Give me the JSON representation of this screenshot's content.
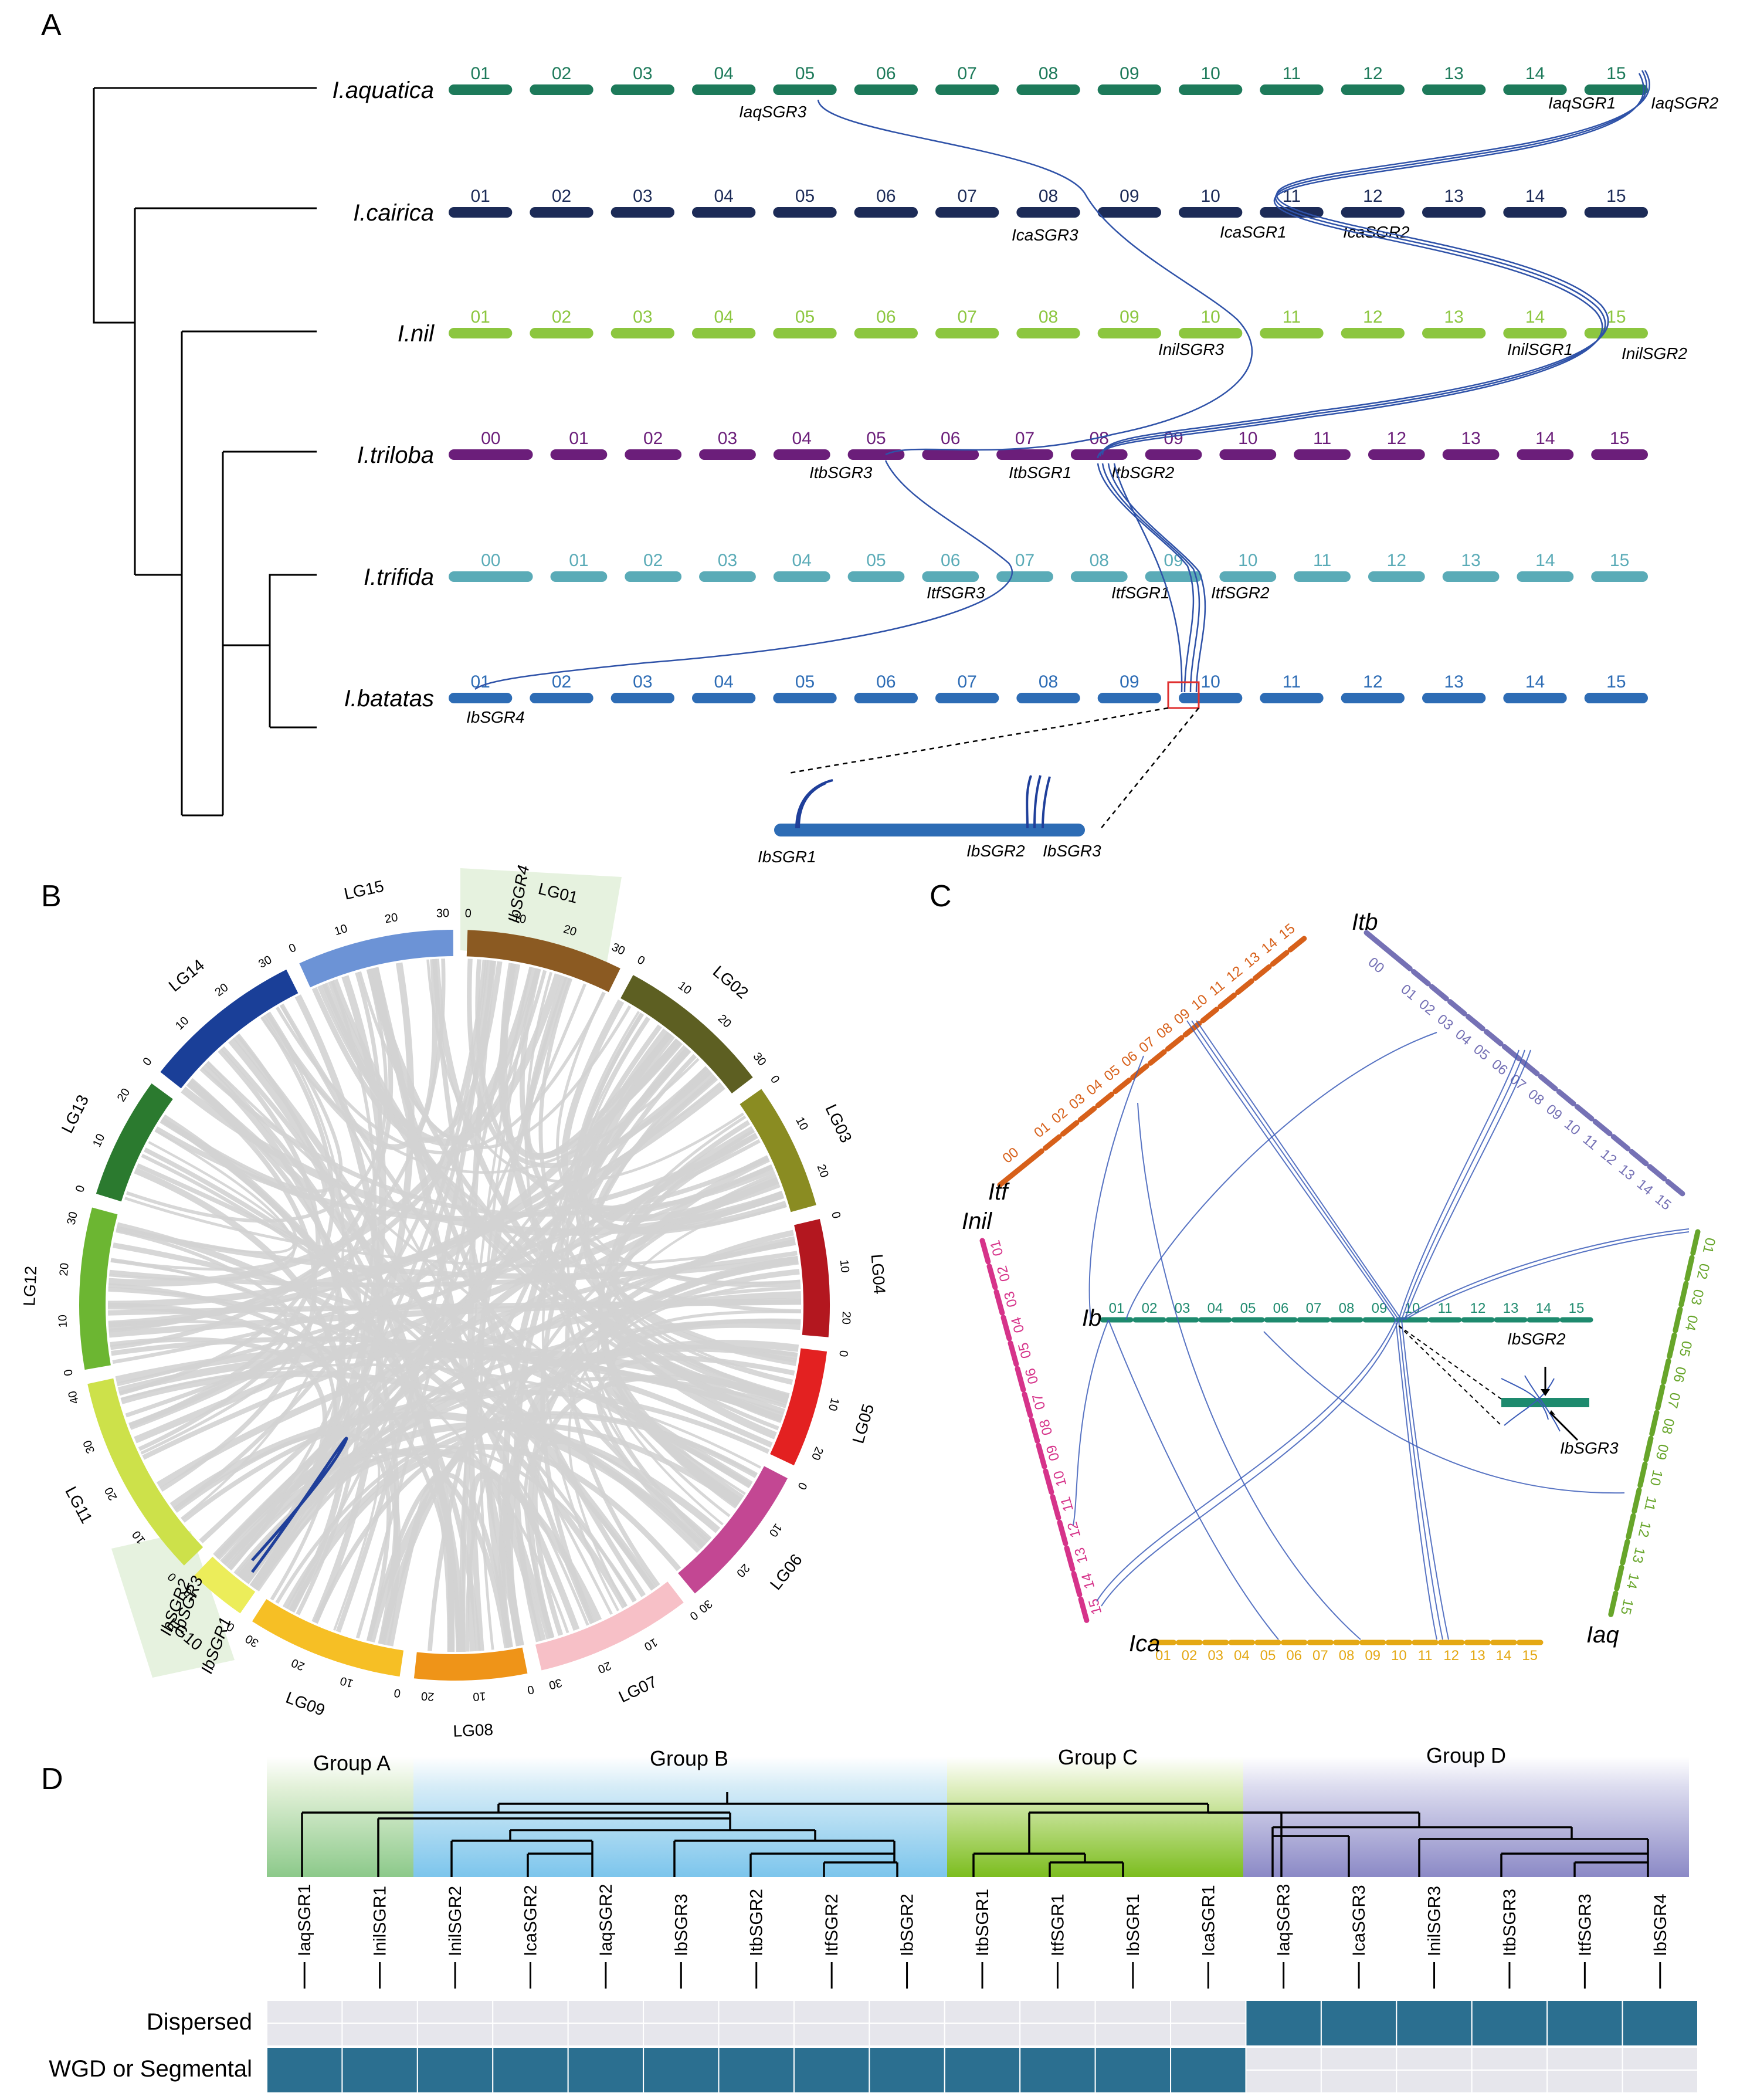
{
  "panels": {
    "a": "A",
    "b": "B",
    "c": "C",
    "d": "D"
  },
  "colors": {
    "aquatica": "#1d7a5a",
    "cairica": "#1c2b57",
    "nil": "#8cc63f",
    "triloba": "#6b1e7a",
    "trifida": "#5aabb7",
    "batatas": "#2d6cb5",
    "link": "#2f52a8",
    "ribbon": "#d3d3d3",
    "cell_fill": "#2b6f90",
    "cell_empty": "#e6e6ec"
  },
  "panelA": {
    "species": [
      {
        "id": "aquatica",
        "name": "I.aquatica",
        "chroms": [
          "01",
          "02",
          "03",
          "04",
          "05",
          "06",
          "07",
          "08",
          "09",
          "10",
          "11",
          "12",
          "13",
          "14",
          "15"
        ]
      },
      {
        "id": "cairica",
        "name": "I.cairica",
        "chroms": [
          "01",
          "02",
          "03",
          "04",
          "05",
          "06",
          "07",
          "08",
          "09",
          "10",
          "11",
          "12",
          "13",
          "14",
          "15"
        ]
      },
      {
        "id": "nil",
        "name": "I.nil",
        "chroms": [
          "01",
          "02",
          "03",
          "04",
          "05",
          "06",
          "07",
          "08",
          "09",
          "10",
          "11",
          "12",
          "13",
          "14",
          "15"
        ]
      },
      {
        "id": "triloba",
        "name": "I.triloba",
        "chroms": [
          "00",
          "01",
          "02",
          "03",
          "04",
          "05",
          "06",
          "07",
          "08",
          "09",
          "10",
          "11",
          "12",
          "13",
          "14",
          "15"
        ]
      },
      {
        "id": "trifida",
        "name": "I.trifida",
        "chroms": [
          "00",
          "01",
          "02",
          "03",
          "04",
          "05",
          "06",
          "07",
          "08",
          "09",
          "10",
          "11",
          "12",
          "13",
          "14",
          "15"
        ]
      },
      {
        "id": "batatas",
        "name": "I.batatas",
        "chroms": [
          "01",
          "02",
          "03",
          "04",
          "05",
          "06",
          "07",
          "08",
          "09",
          "10",
          "11",
          "12",
          "13",
          "14",
          "15"
        ]
      }
    ],
    "genes": [
      "IaqSGR3",
      "IaqSGR1",
      "IaqSGR2",
      "IcaSGR3",
      "IcaSGR1",
      "IcaSGR2",
      "InilSGR3",
      "InilSGR1",
      "InilSGR2",
      "ItbSGR3",
      "ItbSGR1",
      "ItbSGR2",
      "ItfSGR3",
      "ItfSGR1",
      "ItfSGR2",
      "IbSGR4"
    ],
    "zoom_genes": [
      "IbSGR1",
      "IbSGR2",
      "IbSGR3"
    ]
  },
  "panelB": {
    "groups": [
      {
        "name": "LG01",
        "ticks": [
          "0",
          "10",
          "20",
          "30"
        ]
      },
      {
        "name": "LG02",
        "ticks": [
          "0",
          "10",
          "20",
          "30"
        ]
      },
      {
        "name": "LG03",
        "ticks": [
          "0",
          "10",
          "20"
        ]
      },
      {
        "name": "LG04",
        "ticks": [
          "0",
          "10",
          "20"
        ]
      },
      {
        "name": "LG05",
        "ticks": [
          "0",
          "10",
          "20"
        ]
      },
      {
        "name": "LG06",
        "ticks": [
          "0",
          "10",
          "20",
          "30"
        ]
      },
      {
        "name": "LG07",
        "ticks": [
          "0",
          "10",
          "20",
          "30"
        ]
      },
      {
        "name": "LG08",
        "ticks": [
          "0",
          "10",
          "20"
        ]
      },
      {
        "name": "LG09",
        "ticks": [
          "0",
          "10",
          "20",
          "30"
        ]
      },
      {
        "name": "LG10",
        "ticks": [
          "0",
          "10"
        ]
      },
      {
        "name": "LG11",
        "ticks": [
          "0",
          "10",
          "20",
          "30",
          "40"
        ]
      },
      {
        "name": "LG12",
        "ticks": [
          "0",
          "10",
          "20",
          "30"
        ]
      },
      {
        "name": "LG13",
        "ticks": [
          "0",
          "10",
          "20"
        ]
      },
      {
        "name": "LG14",
        "ticks": [
          "0",
          "10",
          "20",
          "30"
        ]
      },
      {
        "name": "LG15",
        "ticks": [
          "0",
          "10",
          "20",
          "30"
        ]
      }
    ],
    "gene_top": "IbSGR4",
    "genes_left": [
      "IbSGR2",
      "IbSGR3",
      "IbSGR1"
    ]
  },
  "panelC": {
    "species": [
      {
        "id": "itf",
        "name": "Itf",
        "chroms": [
          "00",
          "01",
          "02",
          "03",
          "04",
          "05",
          "06",
          "07",
          "08",
          "09",
          "10",
          "11",
          "12",
          "13",
          "14",
          "15"
        ]
      },
      {
        "id": "itb",
        "name": "Itb",
        "chroms": [
          "00",
          "01",
          "02",
          "03",
          "04",
          "05",
          "06",
          "07",
          "08",
          "09",
          "10",
          "11",
          "12",
          "13",
          "14",
          "15"
        ]
      },
      {
        "id": "inil",
        "name": "Inil",
        "chroms": [
          "01",
          "02",
          "03",
          "04",
          "05",
          "06",
          "07",
          "08",
          "09",
          "10",
          "11",
          "12",
          "13",
          "14",
          "15"
        ]
      },
      {
        "id": "iaq",
        "name": "Iaq",
        "chroms": [
          "01",
          "02",
          "03",
          "04",
          "05",
          "06",
          "07",
          "08",
          "09",
          "10",
          "11",
          "12",
          "13",
          "14",
          "15"
        ]
      },
      {
        "id": "ica",
        "name": "Ica",
        "chroms": [
          "01",
          "02",
          "03",
          "04",
          "05",
          "06",
          "07",
          "08",
          "09",
          "10",
          "11",
          "12",
          "13",
          "14",
          "15"
        ]
      },
      {
        "id": "ib",
        "name": "Ib",
        "chroms": [
          "01",
          "02",
          "03",
          "04",
          "05",
          "06",
          "07",
          "08",
          "09",
          "10",
          "11",
          "12",
          "13",
          "14",
          "15"
        ]
      }
    ],
    "zoom_genes": [
      "IbSGR2",
      "IbSGR3"
    ]
  },
  "panelD": {
    "groups": [
      "Group A",
      "Group B",
      "Group C",
      "Group D"
    ],
    "leaves": [
      "IaqSGR1",
      "InilSGR1",
      "InilSGR2",
      "IcaSGR2",
      "IaqSGR2",
      "IbSGR3",
      "ItbSGR2",
      "ItfSGR2",
      "IbSGR2",
      "ItbSGR1",
      "ItfSGR1",
      "IbSGR1",
      "IcaSGR1",
      "IaqSGR3",
      "IcaSGR3",
      "InilSGR3",
      "ItbSGR3",
      "ItfSGR3",
      "IbSGR4"
    ],
    "rows": [
      {
        "label": "Dispersed",
        "values": [
          0,
          0,
          0,
          0,
          0,
          0,
          0,
          0,
          0,
          0,
          0,
          0,
          0,
          1,
          1,
          1,
          1,
          1,
          1
        ]
      },
      {
        "label": "WGD or Segmental",
        "values": [
          1,
          1,
          1,
          1,
          1,
          1,
          1,
          1,
          1,
          1,
          1,
          1,
          1,
          0,
          0,
          0,
          0,
          0,
          0
        ]
      }
    ]
  }
}
